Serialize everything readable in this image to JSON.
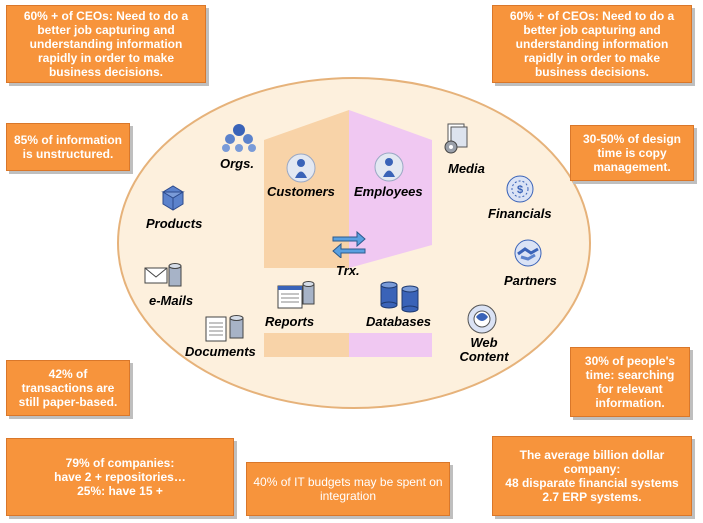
{
  "colors": {
    "callout_fill": "#f7943c",
    "ellipse_fill": "#fdf0dd",
    "ellipse_stroke": "#e6b27a",
    "customers_panel": "#f8d3a8",
    "employees_panel": "#f0c8f2",
    "icon_blue": "#3a63b8"
  },
  "callouts": {
    "ceo_left": "60% + of CEOs:  Need to do a better job capturing and understanding information rapidly in order to make business decisions.",
    "ceo_right": "60% + of CEOs:  Need to do a better job capturing and understanding information rapidly in order to make business decisions.",
    "unstructured": "85% of information is unstructured.",
    "design_time": "30-50% of design time is copy management.",
    "paper_based": "42% of transactions are still paper-based.",
    "searching": "30% of people's time: searching for relevant information.",
    "repositories": "79% of companies:\n    have 2 + repositories…\n25%: have 15 +",
    "it_budgets": "40% of IT budgets may be spent on integration",
    "billion_dollar": "The average billion dollar company:\n48 disparate financial systems\n2.7 ERP systems."
  },
  "labels": {
    "orgs": "Orgs.",
    "customers": "Customers",
    "employees": "Employees",
    "media": "Media",
    "products": "Products",
    "financials": "Financials",
    "trx": "Trx.",
    "partners": "Partners",
    "emails": "e-Mails",
    "reports": "Reports",
    "databases": "Databases",
    "documents": "Documents",
    "web_content": "Web\nContent"
  },
  "icons": {
    "orgs": "org-chart-icon",
    "customers": "person-icon",
    "employees": "person-icon",
    "media": "media-icon",
    "products": "product-box-icon",
    "financials": "financials-icon",
    "trx": "exchange-arrows-icon",
    "partners": "handshake-icon",
    "emails": "email-database-icon",
    "reports": "report-database-icon",
    "databases": "database-cylinders-icon",
    "documents": "document-database-icon",
    "web_content": "globe-icon"
  }
}
